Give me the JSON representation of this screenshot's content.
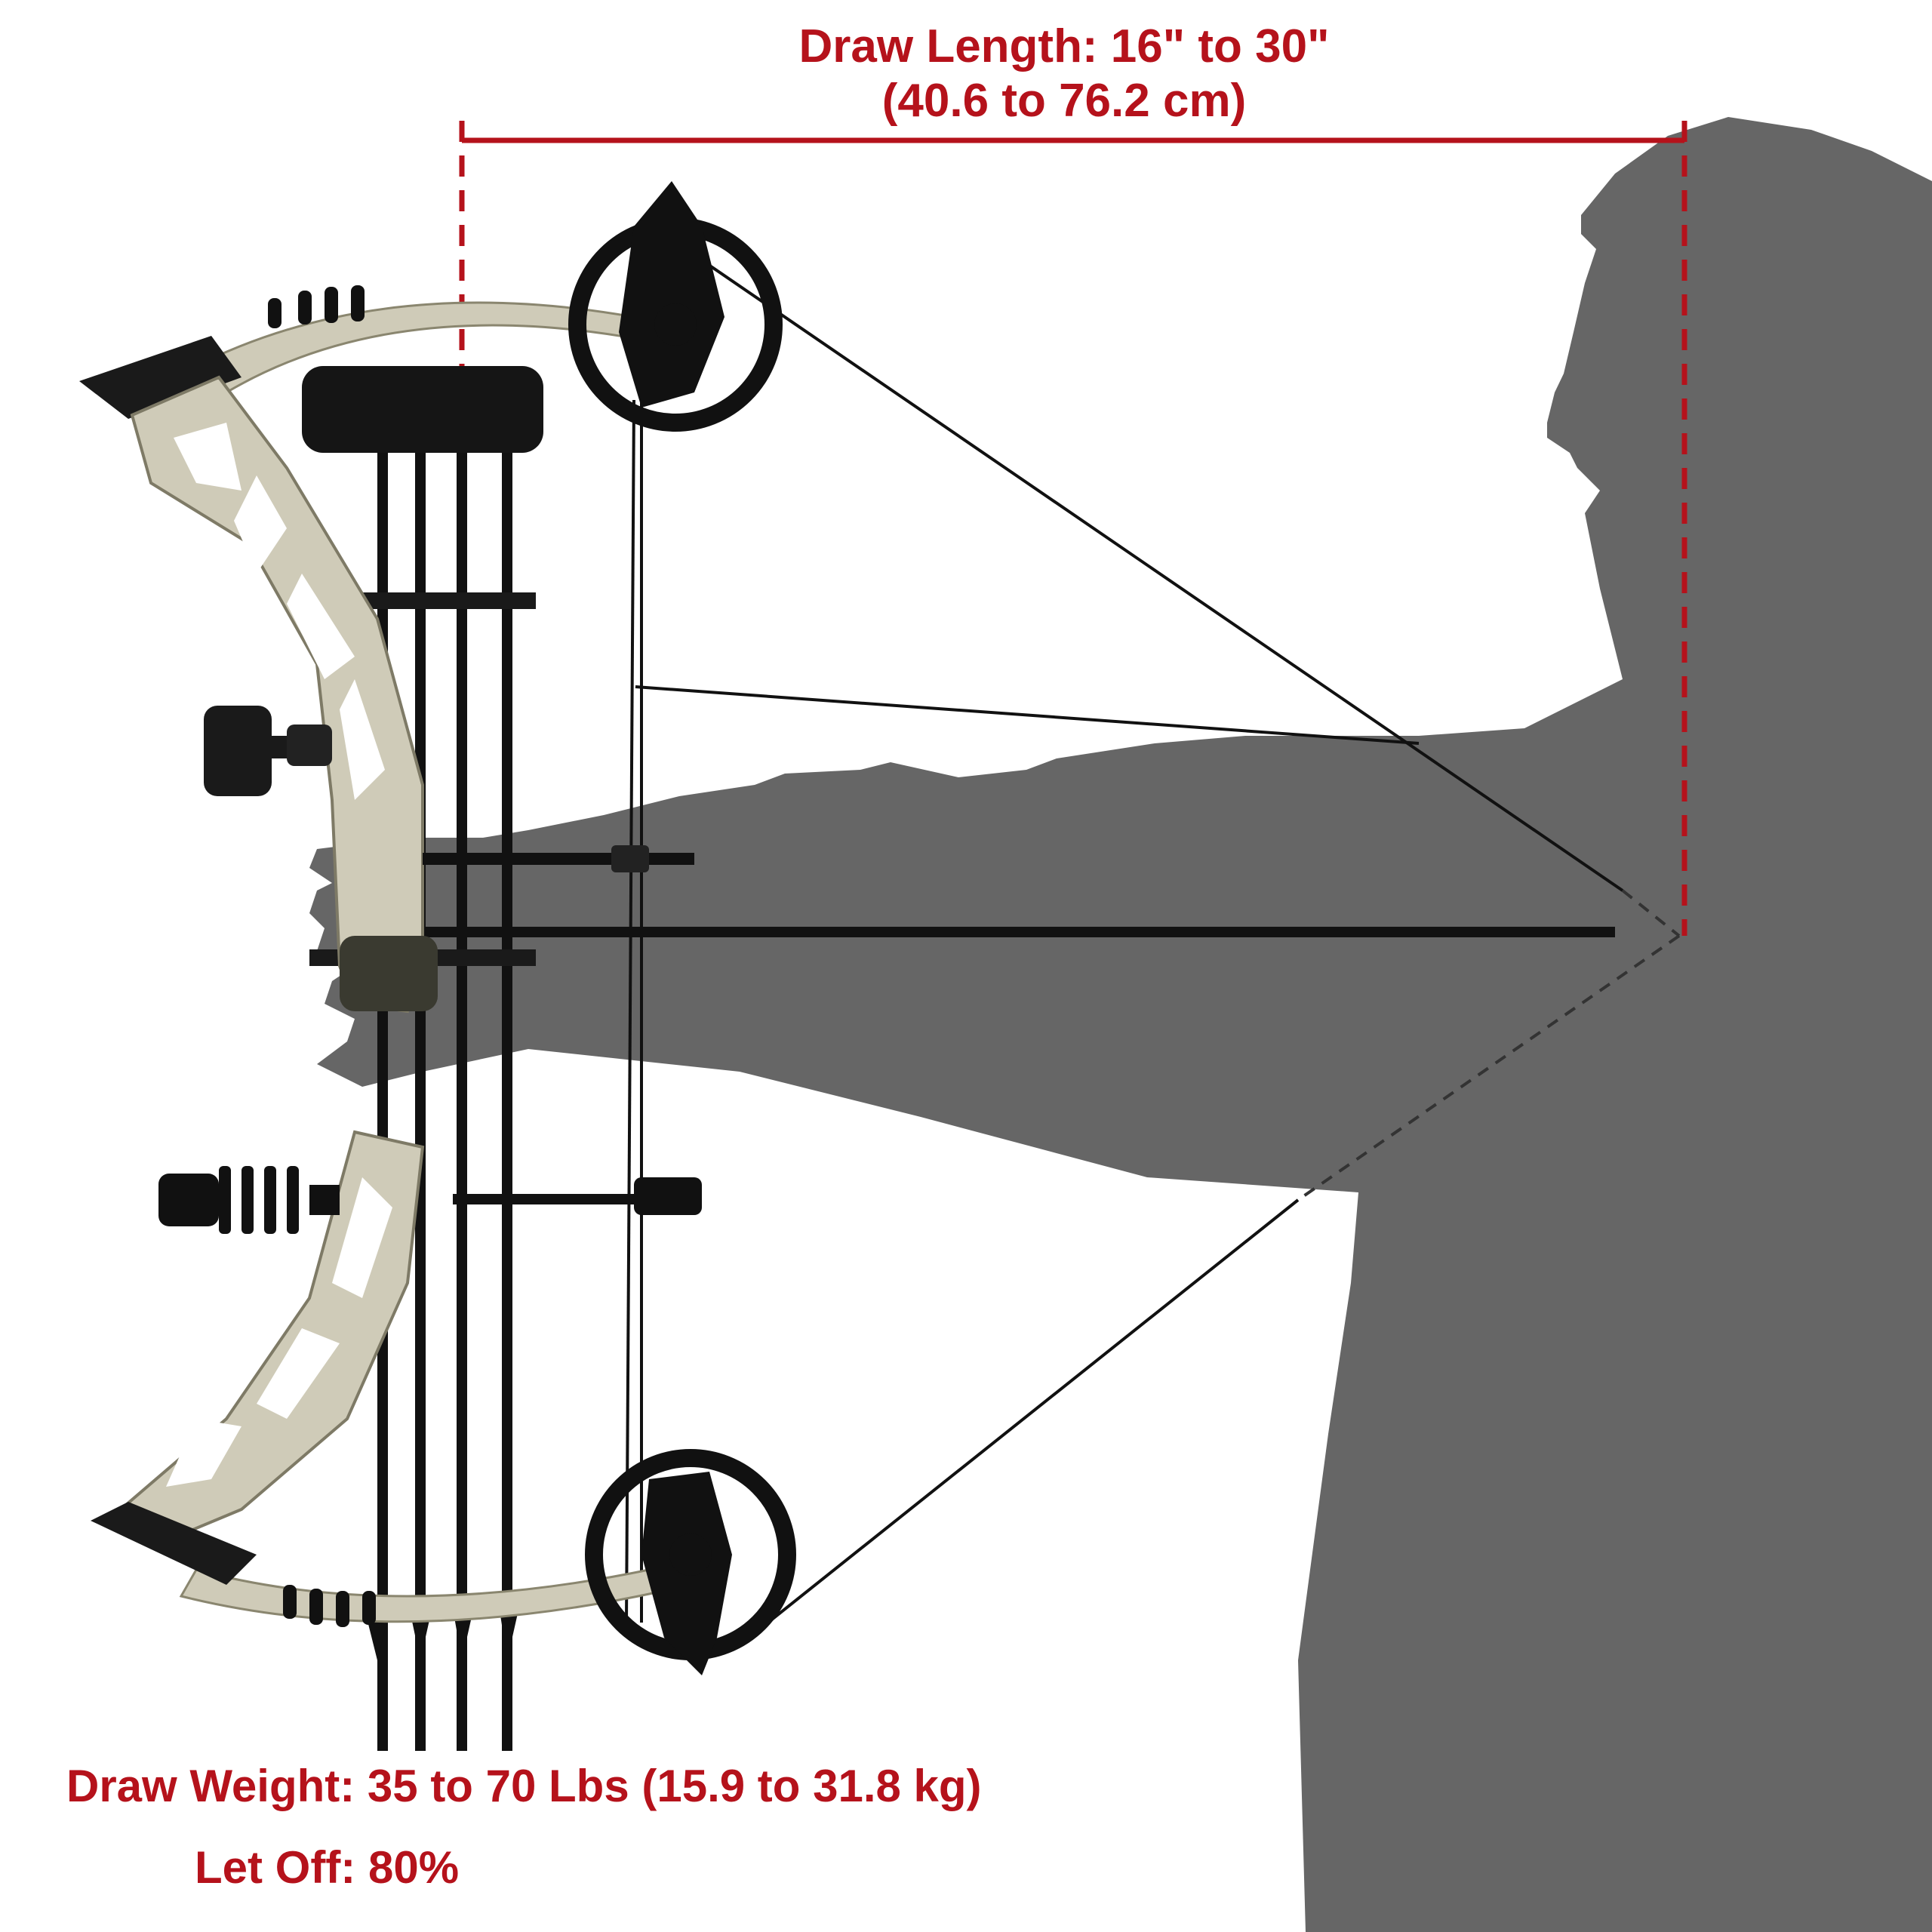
{
  "diagram": {
    "subject": "Compound bow draw diagram with archer silhouette",
    "colors": {
      "label_red": "#b5121b",
      "silhouette_gray": "#666666",
      "bow_black": "#1a1a1a",
      "camo_light": "#cfcbb8",
      "background": "#ffffff"
    },
    "draw_length": {
      "line1": "Draw Length: 16\" to 30\"",
      "line2": "(40.6 to 76.2 cm)"
    },
    "draw_weight": {
      "text": "Draw Weight: 35 to 70 Lbs (15.9 to 31.8 kg)"
    },
    "let_off": {
      "text": "Let Off: 80%"
    },
    "components": [
      "riser",
      "upper-limb",
      "lower-limb",
      "upper-cam",
      "lower-cam",
      "bowstring",
      "cables",
      "arrow-quiver",
      "arrows",
      "sight",
      "stabilizer",
      "arrow-rest",
      "archer-silhouette",
      "draw-length-dimension-line"
    ]
  }
}
